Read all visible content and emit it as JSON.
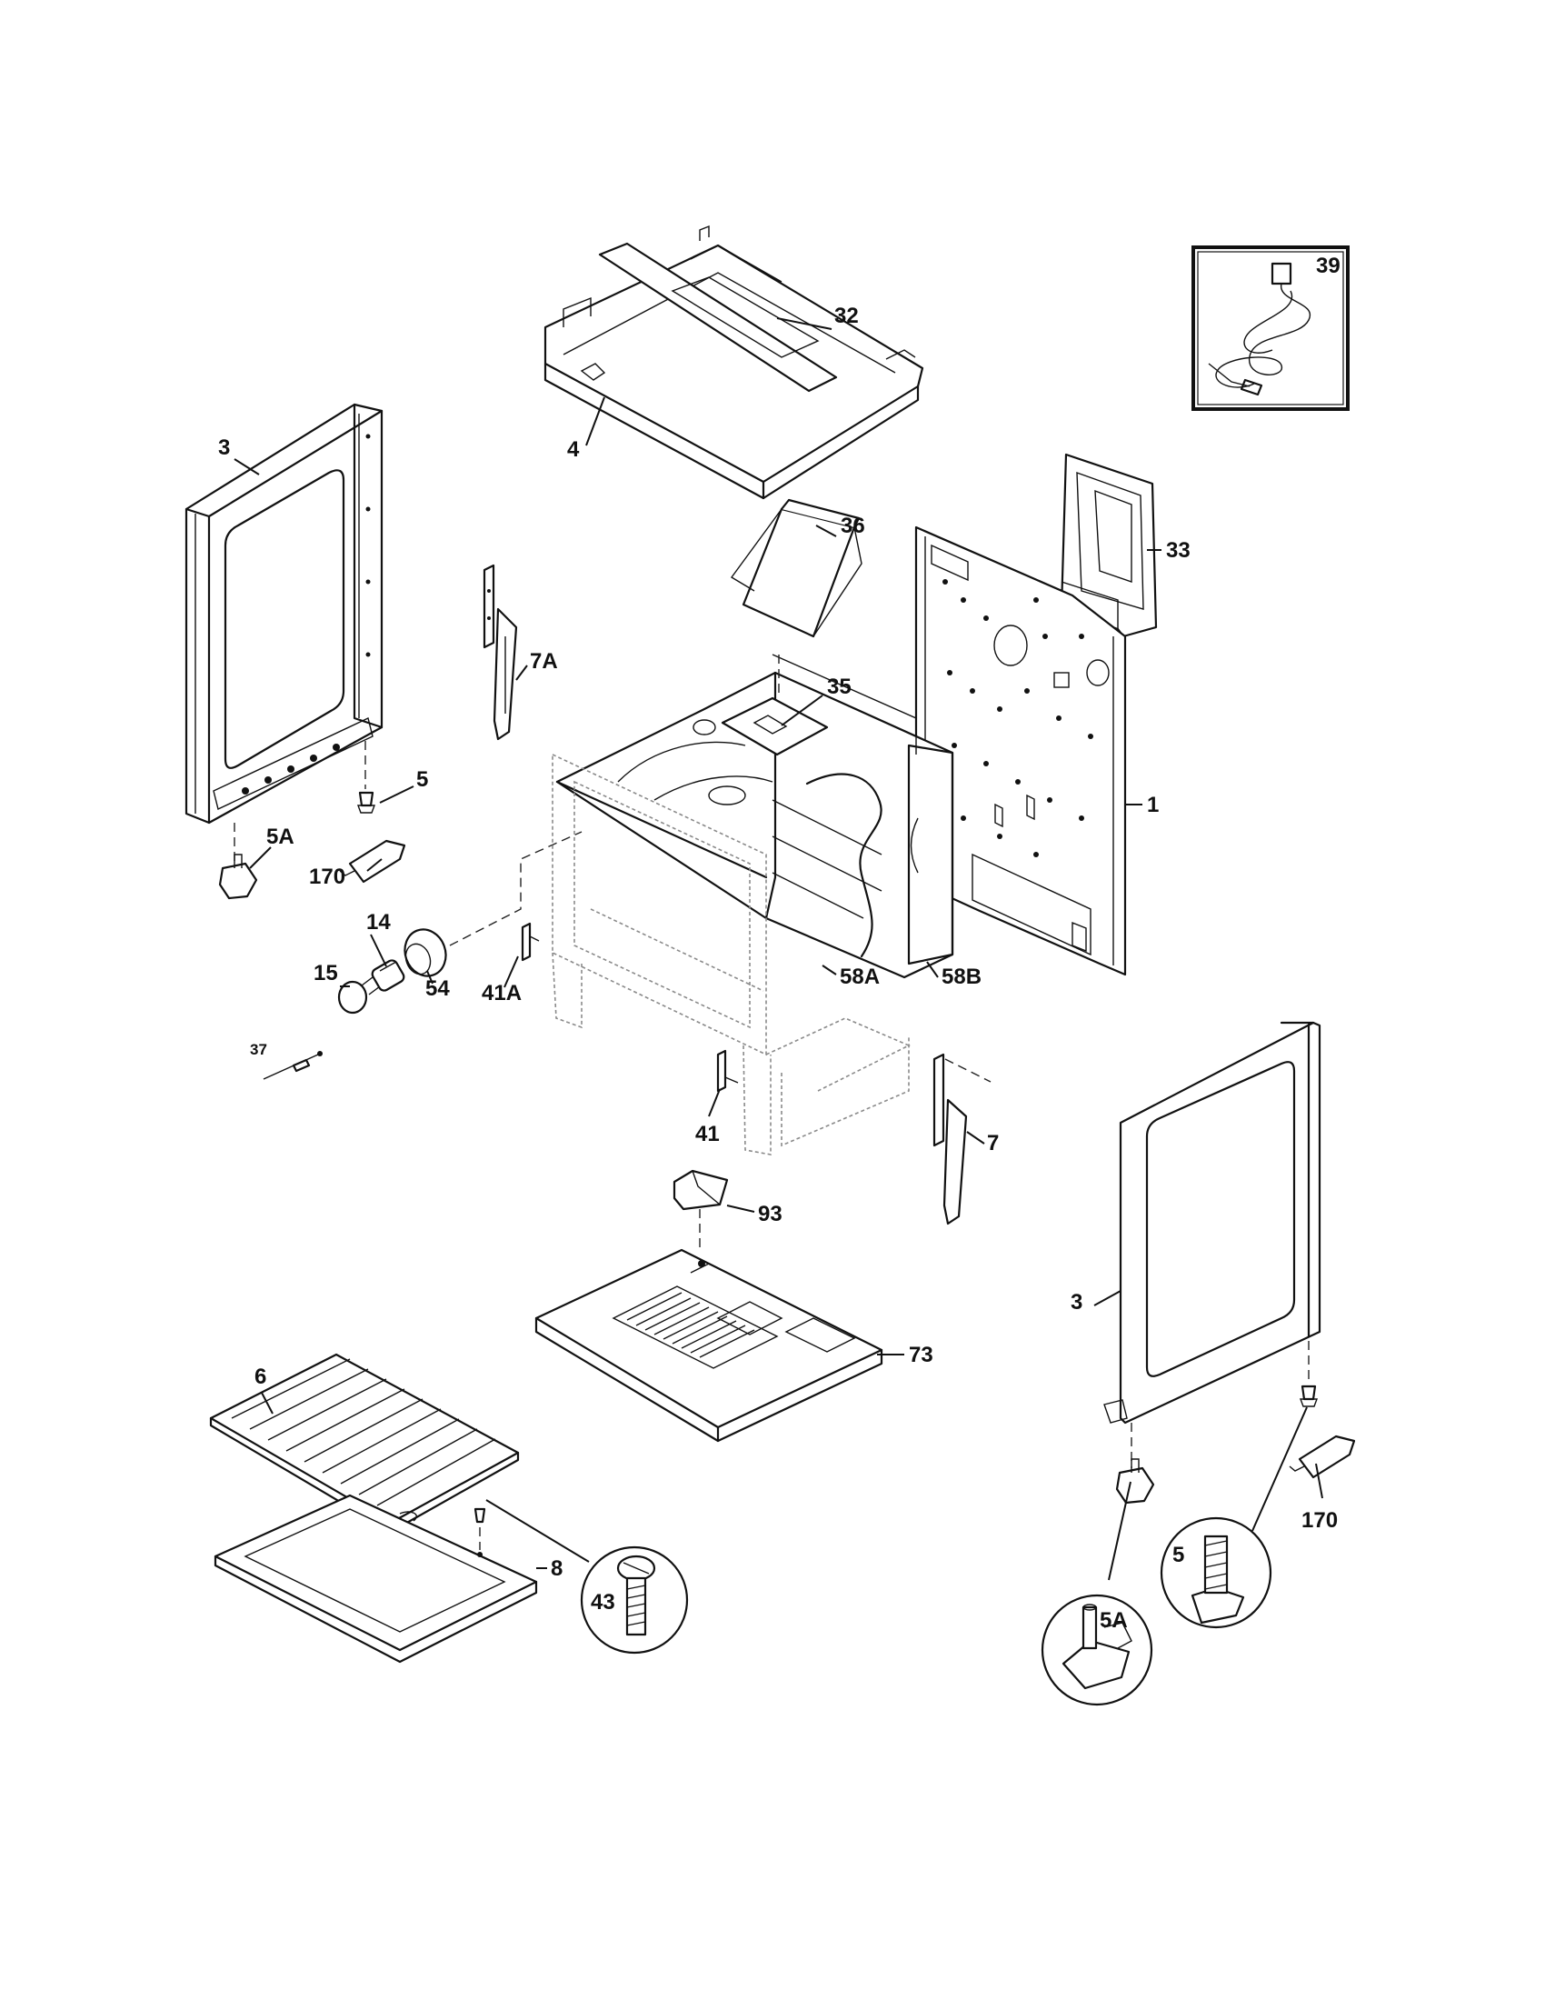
{
  "labels": {
    "p1": "1",
    "p3_left": "3",
    "p3_right": "3",
    "p4": "4",
    "p5_left": "5",
    "p5_right": "5",
    "p5A_left": "5A",
    "p5A_right": "5A",
    "p6": "6",
    "p7": "7",
    "p7A": "7A",
    "p8": "8",
    "p14": "14",
    "p15": "15",
    "p32": "32",
    "p33": "33",
    "p35": "35",
    "p36": "36",
    "p37": "37",
    "p39": "39",
    "p41": "41",
    "p41A": "41A",
    "p43": "43",
    "p54": "54",
    "p58A": "58A",
    "p58B": "58B",
    "p73": "73",
    "p93": "93",
    "p170_left": "170",
    "p170_right": "170"
  }
}
